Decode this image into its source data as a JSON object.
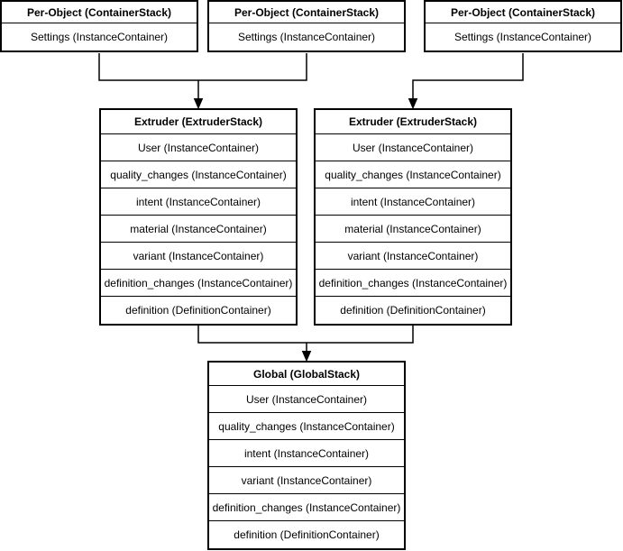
{
  "diagram": {
    "colors": {
      "line": "#000000",
      "background": "#ffffff",
      "text": "#000000"
    },
    "boxes": [
      {
        "id": "per-object-1",
        "title": "Per-Object (ContainerStack)",
        "rows": [
          "Settings (InstanceContainer)"
        ]
      },
      {
        "id": "per-object-2",
        "title": "Per-Object (ContainerStack)",
        "rows": [
          "Settings (InstanceContainer)"
        ]
      },
      {
        "id": "per-object-3",
        "title": "Per-Object (ContainerStack)",
        "rows": [
          "Settings (InstanceContainer)"
        ]
      },
      {
        "id": "extruder-1",
        "title": "Extruder (ExtruderStack)",
        "rows": [
          "User (InstanceContainer)",
          "quality_changes (InstanceContainer)",
          "intent (InstanceContainer)",
          "material (InstanceContainer)",
          "variant (InstanceContainer)",
          "definition_changes (InstanceContainer)",
          "definition (DefinitionContainer)"
        ]
      },
      {
        "id": "extruder-2",
        "title": "Extruder (ExtruderStack)",
        "rows": [
          "User (InstanceContainer)",
          "quality_changes (InstanceContainer)",
          "intent (InstanceContainer)",
          "material (InstanceContainer)",
          "variant (InstanceContainer)",
          "definition_changes (InstanceContainer)",
          "definition (DefinitionContainer)"
        ]
      },
      {
        "id": "global",
        "title": "Global (GlobalStack)",
        "rows": [
          "User (InstanceContainer)",
          "quality_changes (InstanceContainer)",
          "intent (InstanceContainer)",
          "variant (InstanceContainer)",
          "definition_changes (InstanceContainer)",
          "definition (DefinitionContainer)"
        ]
      }
    ],
    "edges": [
      {
        "from": [
          "per-object-1",
          "per-object-2"
        ],
        "to": "extruder-1"
      },
      {
        "from": [
          "per-object-3"
        ],
        "to": "extruder-2"
      },
      {
        "from": [
          "extruder-1",
          "extruder-2"
        ],
        "to": "global"
      }
    ]
  }
}
